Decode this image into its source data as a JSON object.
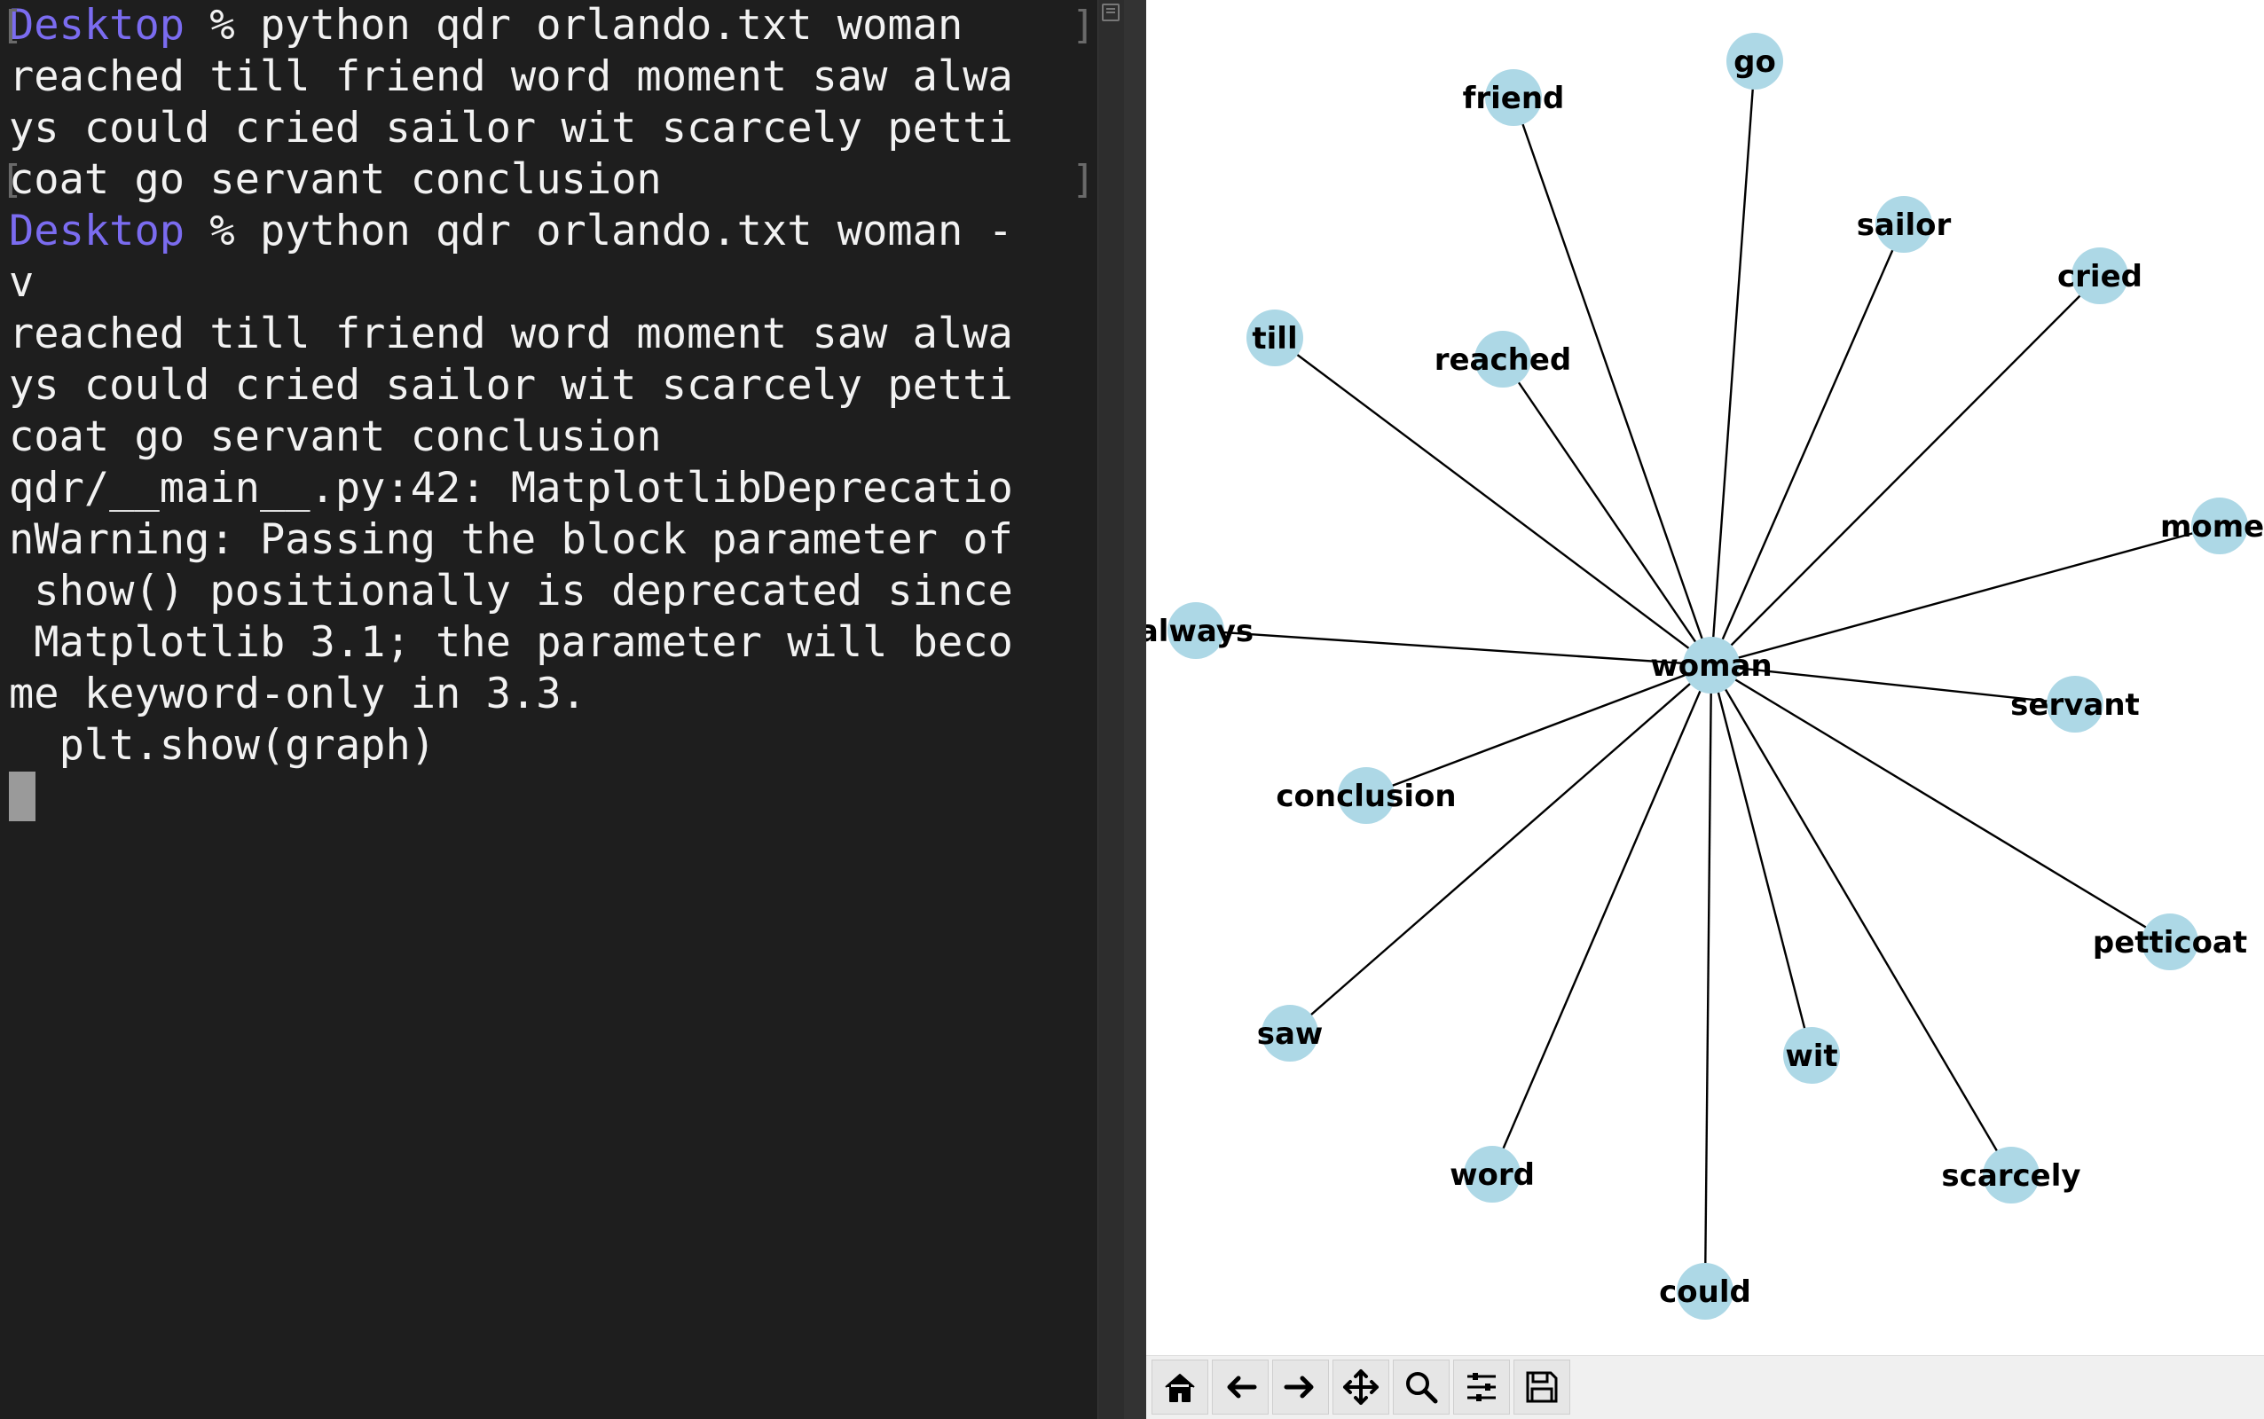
{
  "terminal": {
    "lines": [
      [
        {
          "t": "Desktop",
          "c": "host"
        },
        {
          "t": " % python qdr orlando.txt woman",
          "c": "plain"
        }
      ],
      [
        {
          "t": "reached till friend word moment saw alwa",
          "c": "plain"
        }
      ],
      [
        {
          "t": "ys could cried sailor wit scarcely petti",
          "c": "plain"
        }
      ],
      [
        {
          "t": "coat go servant conclusion",
          "c": "plain"
        }
      ],
      [
        {
          "t": "Desktop",
          "c": "host"
        },
        {
          "t": " % python qdr orlando.txt woman -",
          "c": "plain"
        }
      ],
      [
        {
          "t": "v",
          "c": "plain"
        }
      ],
      [
        {
          "t": "reached till friend word moment saw alwa",
          "c": "plain"
        }
      ],
      [
        {
          "t": "ys could cried sailor wit scarcely petti",
          "c": "plain"
        }
      ],
      [
        {
          "t": "coat go servant conclusion",
          "c": "plain"
        }
      ],
      [
        {
          "t": "qdr/__main__.py:42: MatplotlibDeprecatio",
          "c": "plain"
        }
      ],
      [
        {
          "t": "nWarning: Passing the block parameter of",
          "c": "plain"
        }
      ],
      [
        {
          "t": " show() positionally is deprecated since",
          "c": "plain"
        }
      ],
      [
        {
          "t": " Matplotlib 3.1; the parameter will beco",
          "c": "plain"
        }
      ],
      [
        {
          "t": "me keyword-only in 3.3.",
          "c": "plain"
        }
      ],
      [
        {
          "t": "  plt.show(graph)",
          "c": "plain"
        }
      ]
    ]
  },
  "graph": {
    "center": "woman",
    "node_color": "#add8e6",
    "edge_color": "#000000",
    "nodes": [
      {
        "label": "go"
      },
      {
        "label": "friend"
      },
      {
        "label": "sailor"
      },
      {
        "label": "cried"
      },
      {
        "label": "till"
      },
      {
        "label": "reached"
      },
      {
        "label": "momer"
      },
      {
        "label": "always"
      },
      {
        "label": "woman"
      },
      {
        "label": "servant"
      },
      {
        "label": "conclusion"
      },
      {
        "label": "petticoat"
      },
      {
        "label": "saw"
      },
      {
        "label": "wit"
      },
      {
        "label": "word"
      },
      {
        "label": "scarcely"
      },
      {
        "label": "could"
      }
    ]
  },
  "toolbar": {
    "buttons": [
      {
        "name": "home-icon"
      },
      {
        "name": "back-arrow-icon"
      },
      {
        "name": "forward-arrow-icon"
      },
      {
        "name": "pan-move-icon"
      },
      {
        "name": "zoom-magnifier-icon"
      },
      {
        "name": "configure-subplots-icon"
      },
      {
        "name": "save-floppy-icon"
      }
    ]
  }
}
